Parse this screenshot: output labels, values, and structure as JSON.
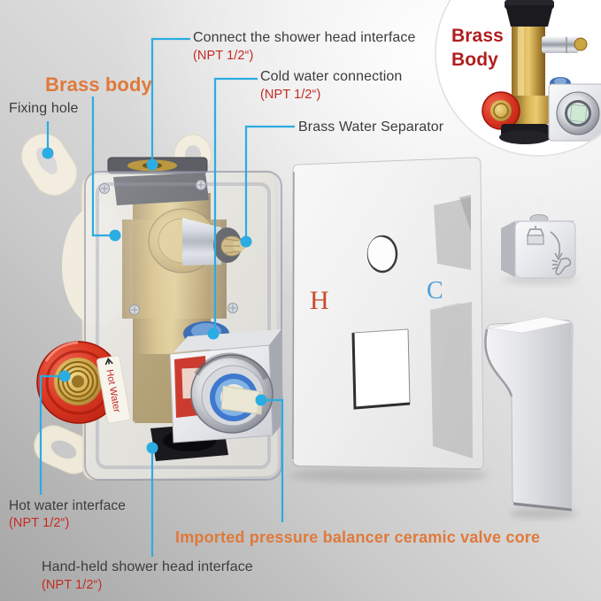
{
  "annotations": {
    "fixing_hole": {
      "label": "Fixing hole"
    },
    "brass_body": {
      "label": "Brass body"
    },
    "connect_shower_head": {
      "label": "Connect the shower head interface",
      "spec": "(NPT 1/2“)"
    },
    "cold_water": {
      "label": "Cold water connection",
      "spec": "(NPT 1/2“)"
    },
    "brass_water_separator": {
      "label": "Brass Water Separator"
    },
    "hot_water": {
      "label": "Hot water interface",
      "spec": "(NPT 1/2“)"
    },
    "hand_held": {
      "label": "Hand-held shower head interface",
      "spec": "(NPT 1/2“)"
    },
    "valve_core": {
      "label": "Imported pressure balancer ceramic valve core"
    }
  },
  "inset": {
    "title": "Brass Body"
  },
  "faceplate": {
    "hot_marker": "H",
    "cold_marker": "C"
  },
  "valve": {
    "sticker": "Hot Water"
  },
  "colors": {
    "leader_line": "#2BACE2",
    "label_text": "#3C3C3C",
    "spec_red": "#C42B24",
    "accent_orange": "#E0793A",
    "inset_title_red": "#B01E1E",
    "hot_marker": "#C94A2B",
    "cold_marker": "#4D9FD8"
  }
}
